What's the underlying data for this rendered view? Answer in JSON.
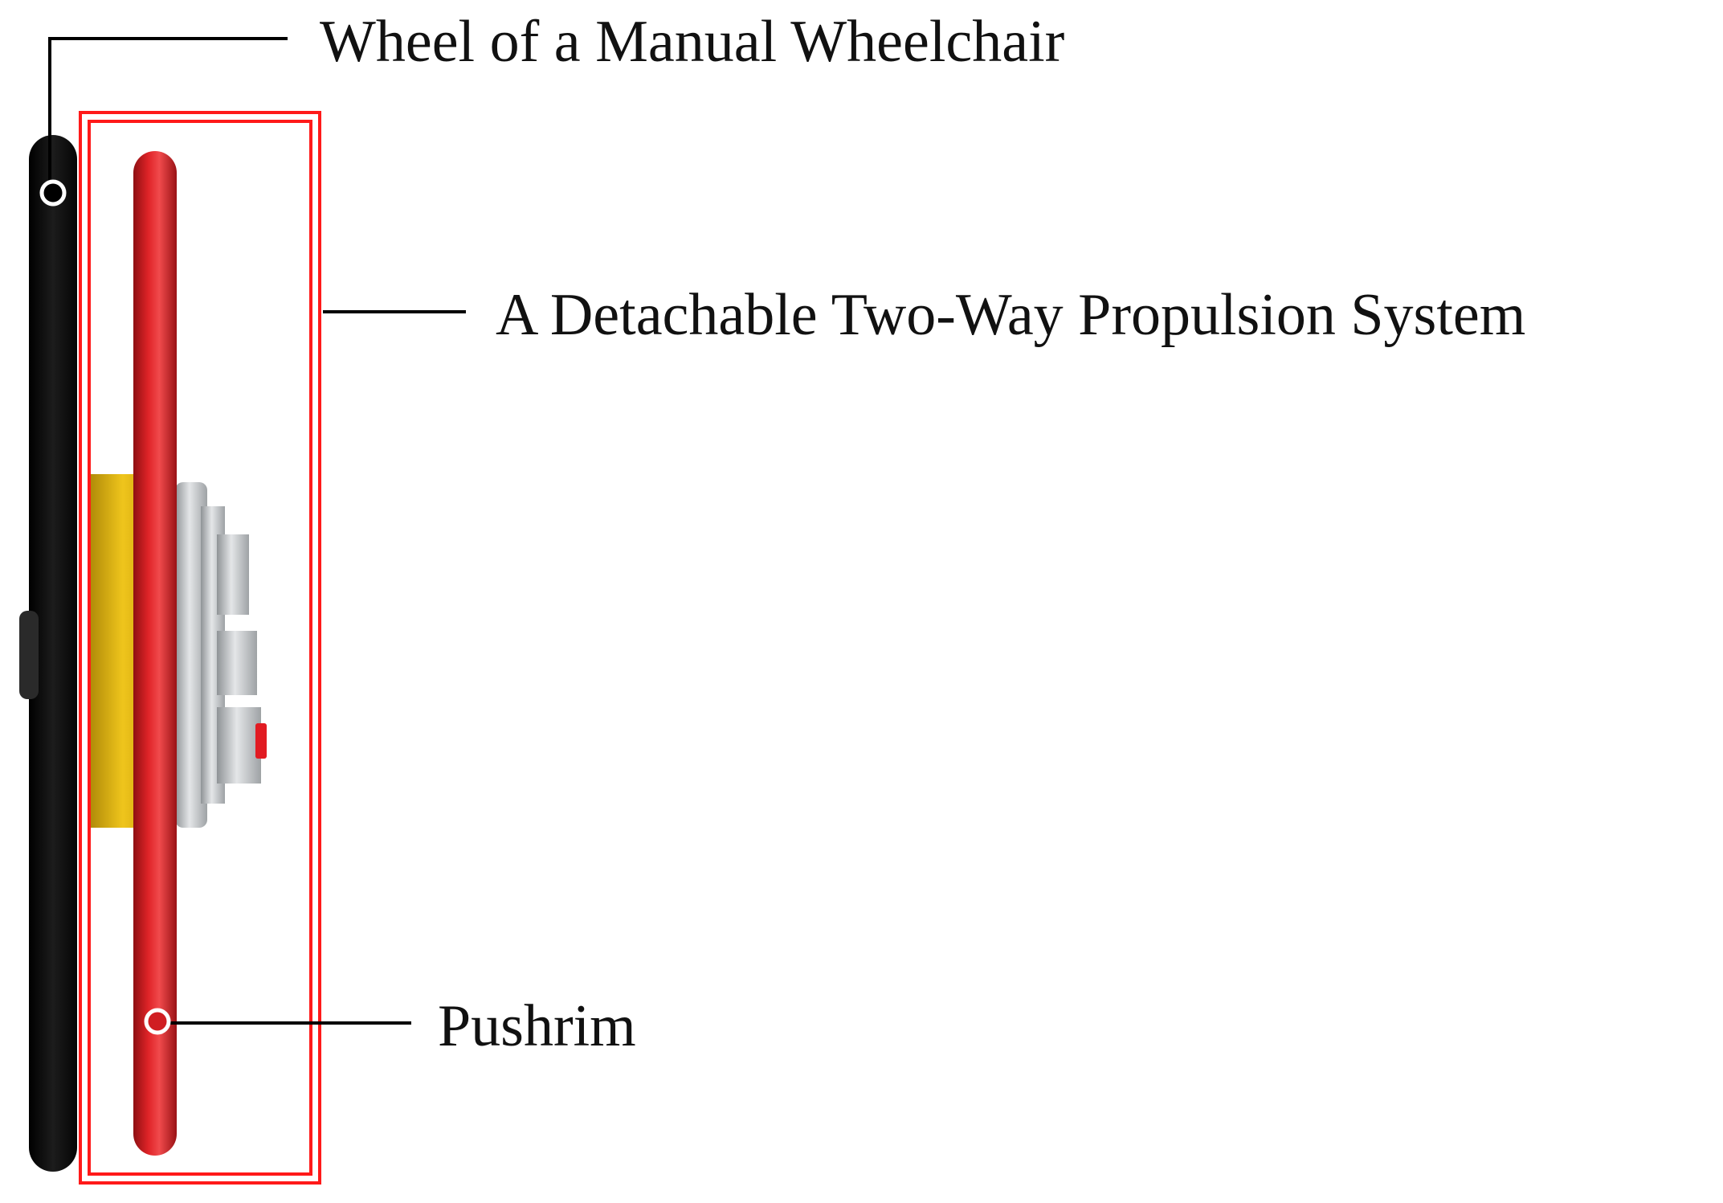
{
  "labels": {
    "wheel": "Wheel of a Manual Wheelchair",
    "system": "A Detachable Two-Way Propulsion System",
    "pushrim": "Pushrim"
  },
  "colors": {
    "tire": "#0b0b0b",
    "pushrim": "#d01e22",
    "hub_yellow": "#e2b50f",
    "hub_silver": "#b8bcc0",
    "box_border": "#ff1a1a",
    "leader_line": "#000000"
  },
  "icons": {
    "wheel_marker": "circle-marker",
    "pushrim_marker": "circle-marker"
  }
}
